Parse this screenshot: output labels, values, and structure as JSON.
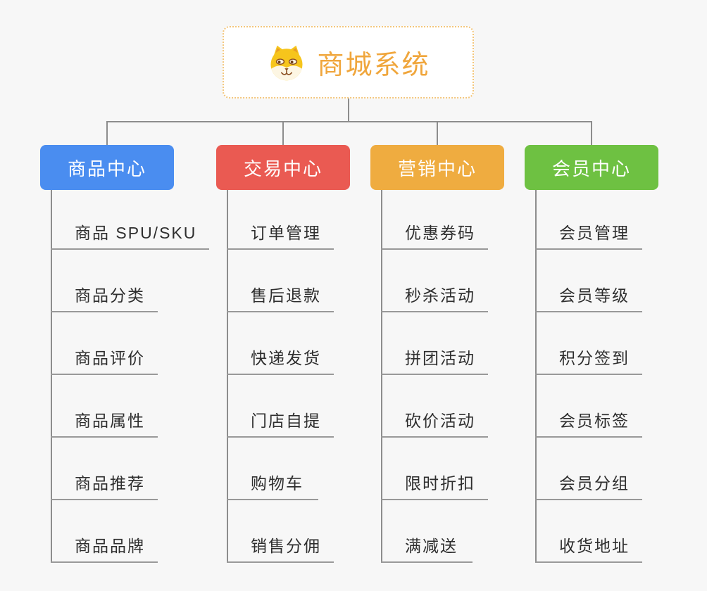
{
  "page": {
    "background_color": "#f7f7f7",
    "connector_color": "#8d8d8d",
    "underline_color": "#999999"
  },
  "root": {
    "title": "商城系统",
    "title_color": "#f0a63c",
    "border_color": "#f3c67c",
    "icon": "dog-face-icon"
  },
  "branches": [
    {
      "label": "商品中心",
      "color": "#4a8df0",
      "items": [
        "商品 SPU/SKU",
        "商品分类",
        "商品评价",
        "商品属性",
        "商品推荐",
        "商品品牌"
      ]
    },
    {
      "label": "交易中心",
      "color": "#ea5a52",
      "items": [
        "订单管理",
        "售后退款",
        "快递发货",
        "门店自提",
        "购物车",
        "销售分佣"
      ]
    },
    {
      "label": "营销中心",
      "color": "#efac40",
      "items": [
        "优惠券码",
        "秒杀活动",
        "拼团活动",
        "砍价活动",
        "限时折扣",
        "满减送"
      ]
    },
    {
      "label": "会员中心",
      "color": "#6ec142",
      "items": [
        "会员管理",
        "会员等级",
        "积分签到",
        "会员标签",
        "会员分组",
        "收货地址"
      ]
    }
  ]
}
